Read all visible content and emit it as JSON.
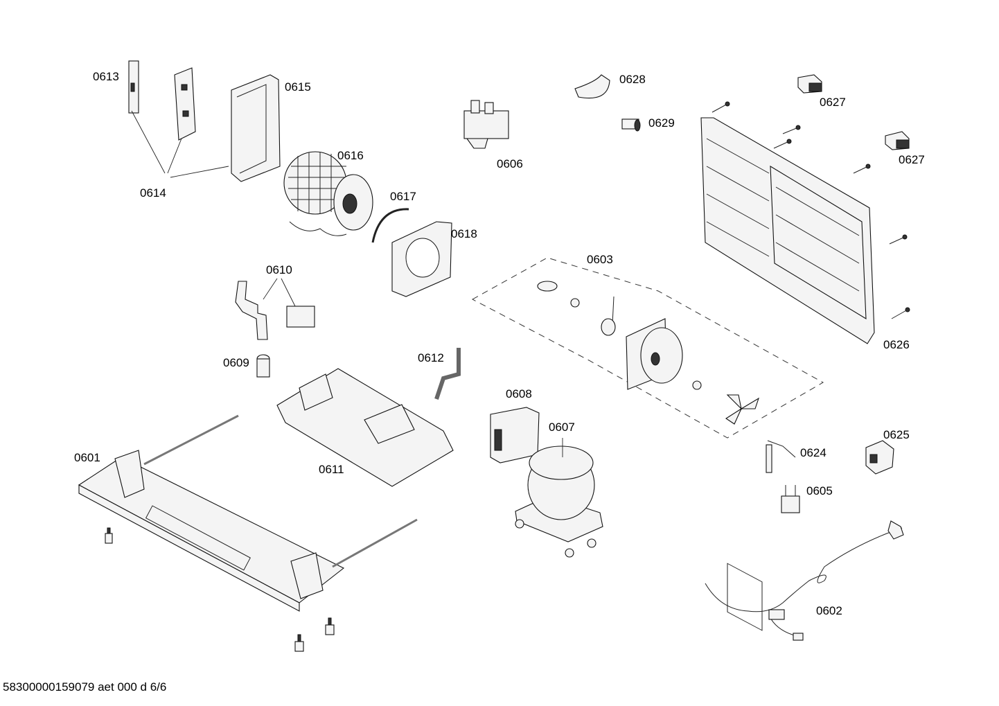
{
  "labels": {
    "p0601": "0601",
    "p0602": "0602",
    "p0603": "0603",
    "p0605": "0605",
    "p0606": "0606",
    "p0607": "0607",
    "p0608": "0608",
    "p0609": "0609",
    "p0610": "0610",
    "p0611": "0611",
    "p0612": "0612",
    "p0613": "0613",
    "p0614": "0614",
    "p0615": "0615",
    "p0616": "0616",
    "p0617": "0617",
    "p0618": "0618",
    "p0624": "0624",
    "p0625": "0625",
    "p0626": "0626",
    "p0627a": "0627",
    "p0627b": "0627",
    "p0628": "0628",
    "p0629": "0629"
  },
  "footer": "58300000159079 aet 000 d 6/6"
}
